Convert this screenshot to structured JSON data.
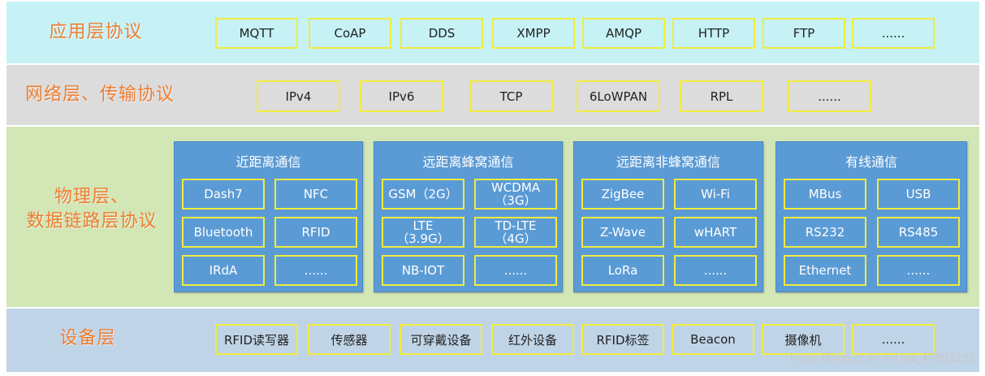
{
  "application_layer": {
    "title": "应用层协议",
    "protocols": [
      "MQTT",
      "CoAP",
      "DDS",
      "XMPP",
      "AMQP",
      "HTTP",
      "FTP",
      "......"
    ]
  },
  "network_layer": {
    "title": "网络层、传输协议",
    "protocols": [
      "IPv4",
      "IPv6",
      "TCP",
      "6LoWPAN",
      "RPL",
      "......"
    ]
  },
  "physical_layer": {
    "title_line1": "物理层、",
    "title_line2": "数据链路层协议",
    "groups": [
      {
        "title": "近距离通信",
        "items": [
          {
            "line1": "Dash7"
          },
          {
            "line1": "NFC"
          },
          {
            "line1": "Bluetooth"
          },
          {
            "line1": "RFID"
          },
          {
            "line1": "IRdA"
          },
          {
            "line1": "......"
          }
        ]
      },
      {
        "title": "远距离蜂窝通信",
        "items": [
          {
            "line1": "GSM（2G）"
          },
          {
            "line1": "WCDMA",
            "line2": "（3G）"
          },
          {
            "line1": "LTE",
            "line2": "（3.9G）"
          },
          {
            "line1": "TD-LTE",
            "line2": "（4G）"
          },
          {
            "line1": "NB-IOT"
          },
          {
            "line1": "......"
          }
        ]
      },
      {
        "title": "远距离非蜂窝通信",
        "items": [
          {
            "line1": "ZigBee"
          },
          {
            "line1": "Wi-Fi"
          },
          {
            "line1": "Z-Wave"
          },
          {
            "line1": "wHART"
          },
          {
            "line1": "LoRa"
          },
          {
            "line1": "......"
          }
        ]
      },
      {
        "title": "有线通信",
        "items": [
          {
            "line1": "MBus"
          },
          {
            "line1": "USB"
          },
          {
            "line1": "RS232"
          },
          {
            "line1": "RS485"
          },
          {
            "line1": "Ethernet"
          },
          {
            "line1": "......"
          }
        ]
      }
    ]
  },
  "device_layer": {
    "title": "设备层",
    "devices": [
      "RFID读写器",
      "传感器",
      "可穿戴设备",
      "红外设备",
      "RFID标签",
      "Beacon",
      "摄像机",
      "......"
    ]
  },
  "watermark": "https://blog.csdn.net/qq_40093293"
}
